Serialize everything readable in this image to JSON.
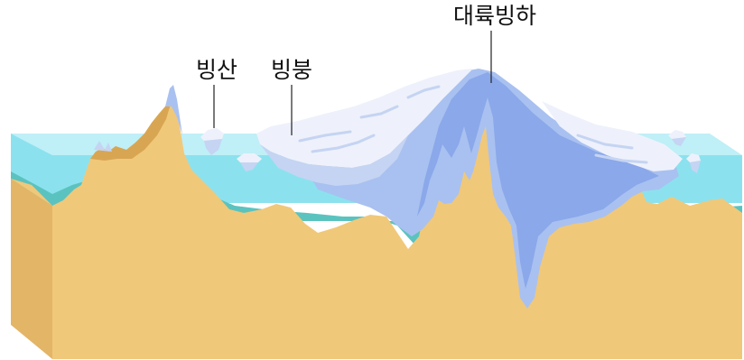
{
  "labels": {
    "iceberg": "빙산",
    "ice_shelf": "빙붕",
    "ice_sheet": "대륙빙하"
  },
  "colors": {
    "land": "#f0c87a",
    "land_side": "#e3b567",
    "land_dark": "#d8a653",
    "sea_surface": "#bfeff7",
    "sea_water": "#8be2ee",
    "sea_deep": "#5bc3bf",
    "ice_light": "#eef1fb",
    "ice_mid": "#c5d4f2",
    "ice_blue": "#a9c1f0",
    "ice_deep": "#8aa8ea"
  }
}
